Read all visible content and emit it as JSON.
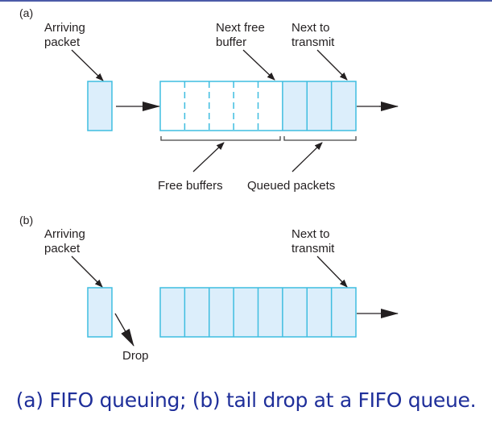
{
  "panel_a": {
    "tag": "(a)",
    "arriving_label": [
      "Arriving",
      "packet"
    ],
    "next_free_label": [
      "Next free",
      "buffer"
    ],
    "next_transmit_label": [
      "Next to",
      "transmit"
    ],
    "free_buffers_label": "Free buffers",
    "queued_packets_label": "Queued packets",
    "free_slots": 5,
    "queued_slots": 3
  },
  "panel_b": {
    "tag": "(b)",
    "arriving_label": [
      "Arriving",
      "packet"
    ],
    "next_transmit_label": [
      "Next to",
      "transmit"
    ],
    "drop_label": "Drop",
    "queued_slots": 8
  },
  "colors": {
    "slot_fill": "#dceefb",
    "slot_stroke": "#3fbde0",
    "arrow": "#231f20",
    "caption": "#1f2f9a"
  },
  "caption": "(a) FIFO queuing; (b) tail drop at a FIFO queue."
}
